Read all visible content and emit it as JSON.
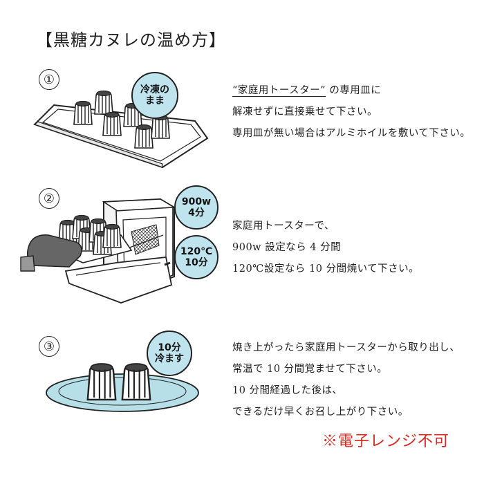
{
  "title": "【黒糖カヌレの温め方】",
  "steps": [
    {
      "number": "①",
      "badge": [
        "冷凍の",
        "まま"
      ],
      "lines": [
        "“家庭用トースター”",
        "の専用皿に",
        "解凍せずに直接乗せて下さい。",
        "専用皿が無い場合はアルミホイルを敷いて下さい。"
      ]
    },
    {
      "number": "②",
      "badge_top": [
        "900w",
        "4分"
      ],
      "badge_bottom": [
        "120℃",
        "10分"
      ],
      "lines": [
        "家庭用トースターで、",
        "900w 設定なら 4 分間",
        "120℃設定なら 10 分間焼いて下さい。"
      ]
    },
    {
      "number": "③",
      "badge": [
        "10分",
        "冷ます"
      ],
      "lines": [
        "焼き上がったら家庭用トースターから取り出し、",
        "常温で 10 分間覚ませて下さい。",
        "10 分間経過した後は、",
        "できるだけ早くお召し上がり下さい。"
      ]
    }
  ],
  "warning": "※電子レンジ不可",
  "colors": {
    "badge_fill": "#bfe4ee",
    "plate_fill": "#b7dfe8",
    "warning": "#d8281f",
    "ink": "#222222"
  }
}
